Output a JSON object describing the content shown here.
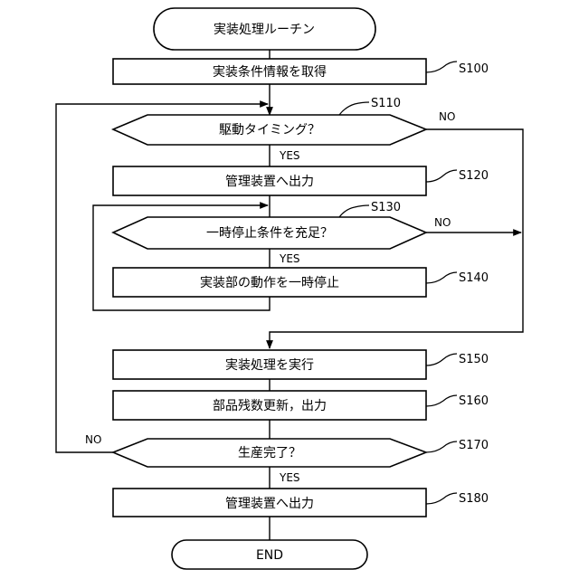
{
  "diagram": {
    "start": "実装処理ルーチン",
    "s100": {
      "label": "実装条件情報を取得",
      "step": "S100"
    },
    "s110": {
      "label": "駆動タイミング？",
      "step": "S110",
      "yes": "YES",
      "no": "NO"
    },
    "s120": {
      "label": "管理装置へ出力",
      "step": "S120"
    },
    "s130": {
      "label": "一時停止条件を充足？",
      "step": "S130",
      "yes": "YES",
      "no": "NO"
    },
    "s140": {
      "label": "実装部の動作を一時停止",
      "step": "S140"
    },
    "s150": {
      "label": "実装処理を実行",
      "step": "S150"
    },
    "s160": {
      "label": "部品残数更新，出力",
      "step": "S160"
    },
    "s170": {
      "label": "生産完了？",
      "step": "S170",
      "yes": "YES",
      "no": "NO"
    },
    "s180": {
      "label": "管理装置へ出力",
      "step": "S180"
    },
    "end": "END"
  }
}
